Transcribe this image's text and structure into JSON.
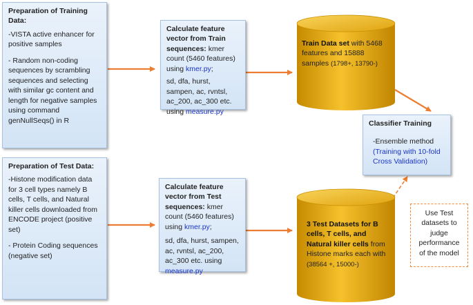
{
  "training": {
    "title": "Preparation of Training Data:",
    "p1": "-VISTA active enhancer for positive samples",
    "p2": "- Random non-coding sequences by scrambling sequences and selecting with similar gc content and length for negative samples using command genNullSeqs() in R"
  },
  "test": {
    "title": "Preparation of Test Data:",
    "p1": "-Histone modification data for 3 cell types namely B cells, T cells, and Natural killer cells downloaded from ENCODE project (positive set)",
    "p2": "- Protein Coding sequences (negative set)"
  },
  "feat_train": {
    "title": "Calculate feature vector from Train sequences:",
    "p1_pre": "kmer count (5460 features) using ",
    "p1_link": "kmer.py",
    "p1_post": ";",
    "p2_pre": "sd, dfa, hurst, sampen, ac, rvntsl, ac_200, ac_300 etc. using ",
    "p2_link": "measure.py"
  },
  "feat_test": {
    "title": "Calculate feature vector from Test sequences:",
    "p1_pre": " kmer count (5460 features) using ",
    "p1_link": "kmer.py",
    "p1_post": ";",
    "p2_pre": "sd, dfa, hurst, sampen, ac, rvntsl, ac_200, ac_300 etc. using ",
    "p2_link": "measure.py"
  },
  "train_db": {
    "title": "Train Data set",
    "text": " with 5468 features and 15888 samples",
    "note": "(1798+, 13790-)"
  },
  "test_db": {
    "title": "3 Test Datasets for B cells, T cells, and Natural killer cells",
    "text": " from Histone marks each with ",
    "note": "(38564 +, 15000-)"
  },
  "classifier": {
    "title": "Classifier Training",
    "p1": "-Ensemble method",
    "p2": "(Training with 10-fold Cross Validation)"
  },
  "eval_note": "Use Test datasets to judge performance of the model",
  "colors": {
    "arrow": "#ed7d31",
    "box": "#d3e4f6",
    "cylinder": "#e5a80a",
    "link": "#1a35c8"
  }
}
